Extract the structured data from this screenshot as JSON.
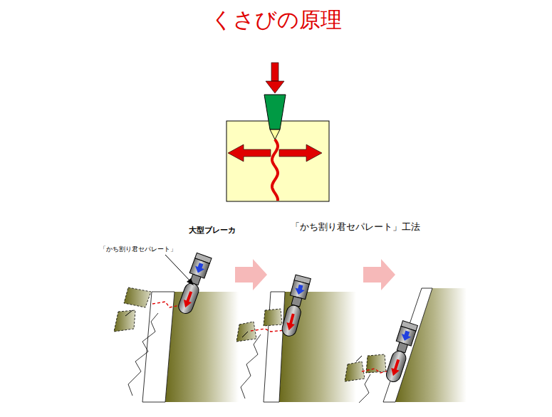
{
  "diagram": {
    "title": "くさびの原理",
    "labels": [
      "大型ブレーカ",
      "「かち割り君セパレート」",
      "「かち割り君セパレート」工法"
    ]
  }
}
